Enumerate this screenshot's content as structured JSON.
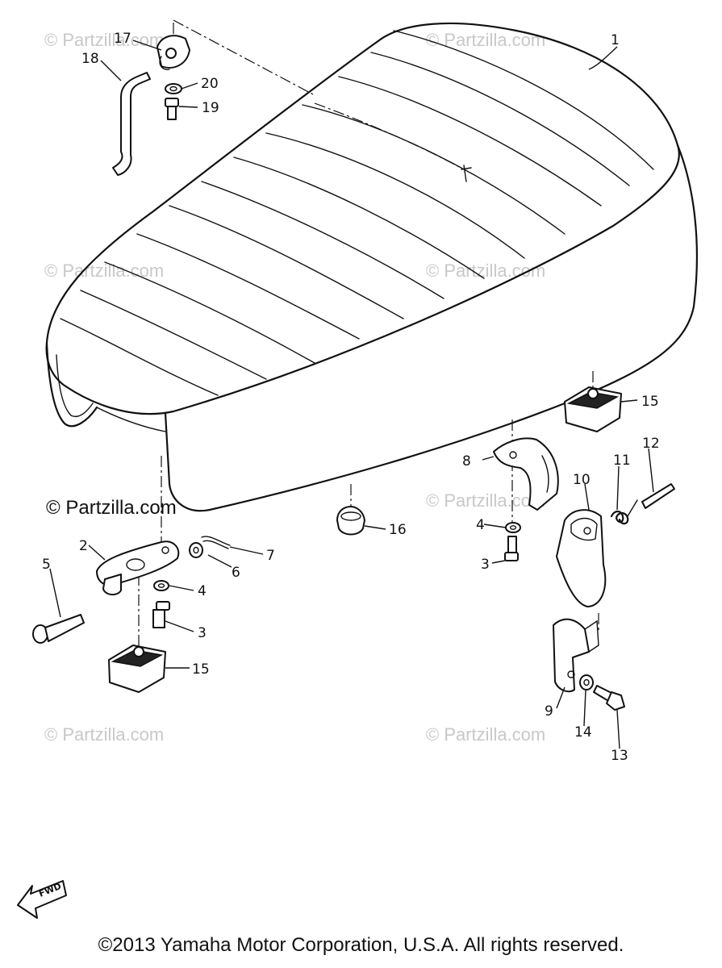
{
  "watermarks": {
    "faint": "© Partzilla.com",
    "main": "© Partzilla.com"
  },
  "callouts": {
    "c1": "1",
    "c2": "2",
    "c3a": "3",
    "c3b": "3",
    "c4a": "4",
    "c4b": "4",
    "c5": "5",
    "c6": "6",
    "c7": "7",
    "c8": "8",
    "c9": "9",
    "c10": "10",
    "c11": "11",
    "c12": "12",
    "c13": "13",
    "c14": "14",
    "c15a": "15",
    "c15b": "15",
    "c16": "16",
    "c17": "17",
    "c18": "18",
    "c19": "19",
    "c20": "20"
  },
  "fwd_label": "FWD",
  "copyright": "©2013 Yamaha Motor Corporation, U.S.A. All rights reserved.",
  "colors": {
    "ink": "#111111",
    "watermark": "#c8c8c8",
    "background": "#ffffff"
  }
}
